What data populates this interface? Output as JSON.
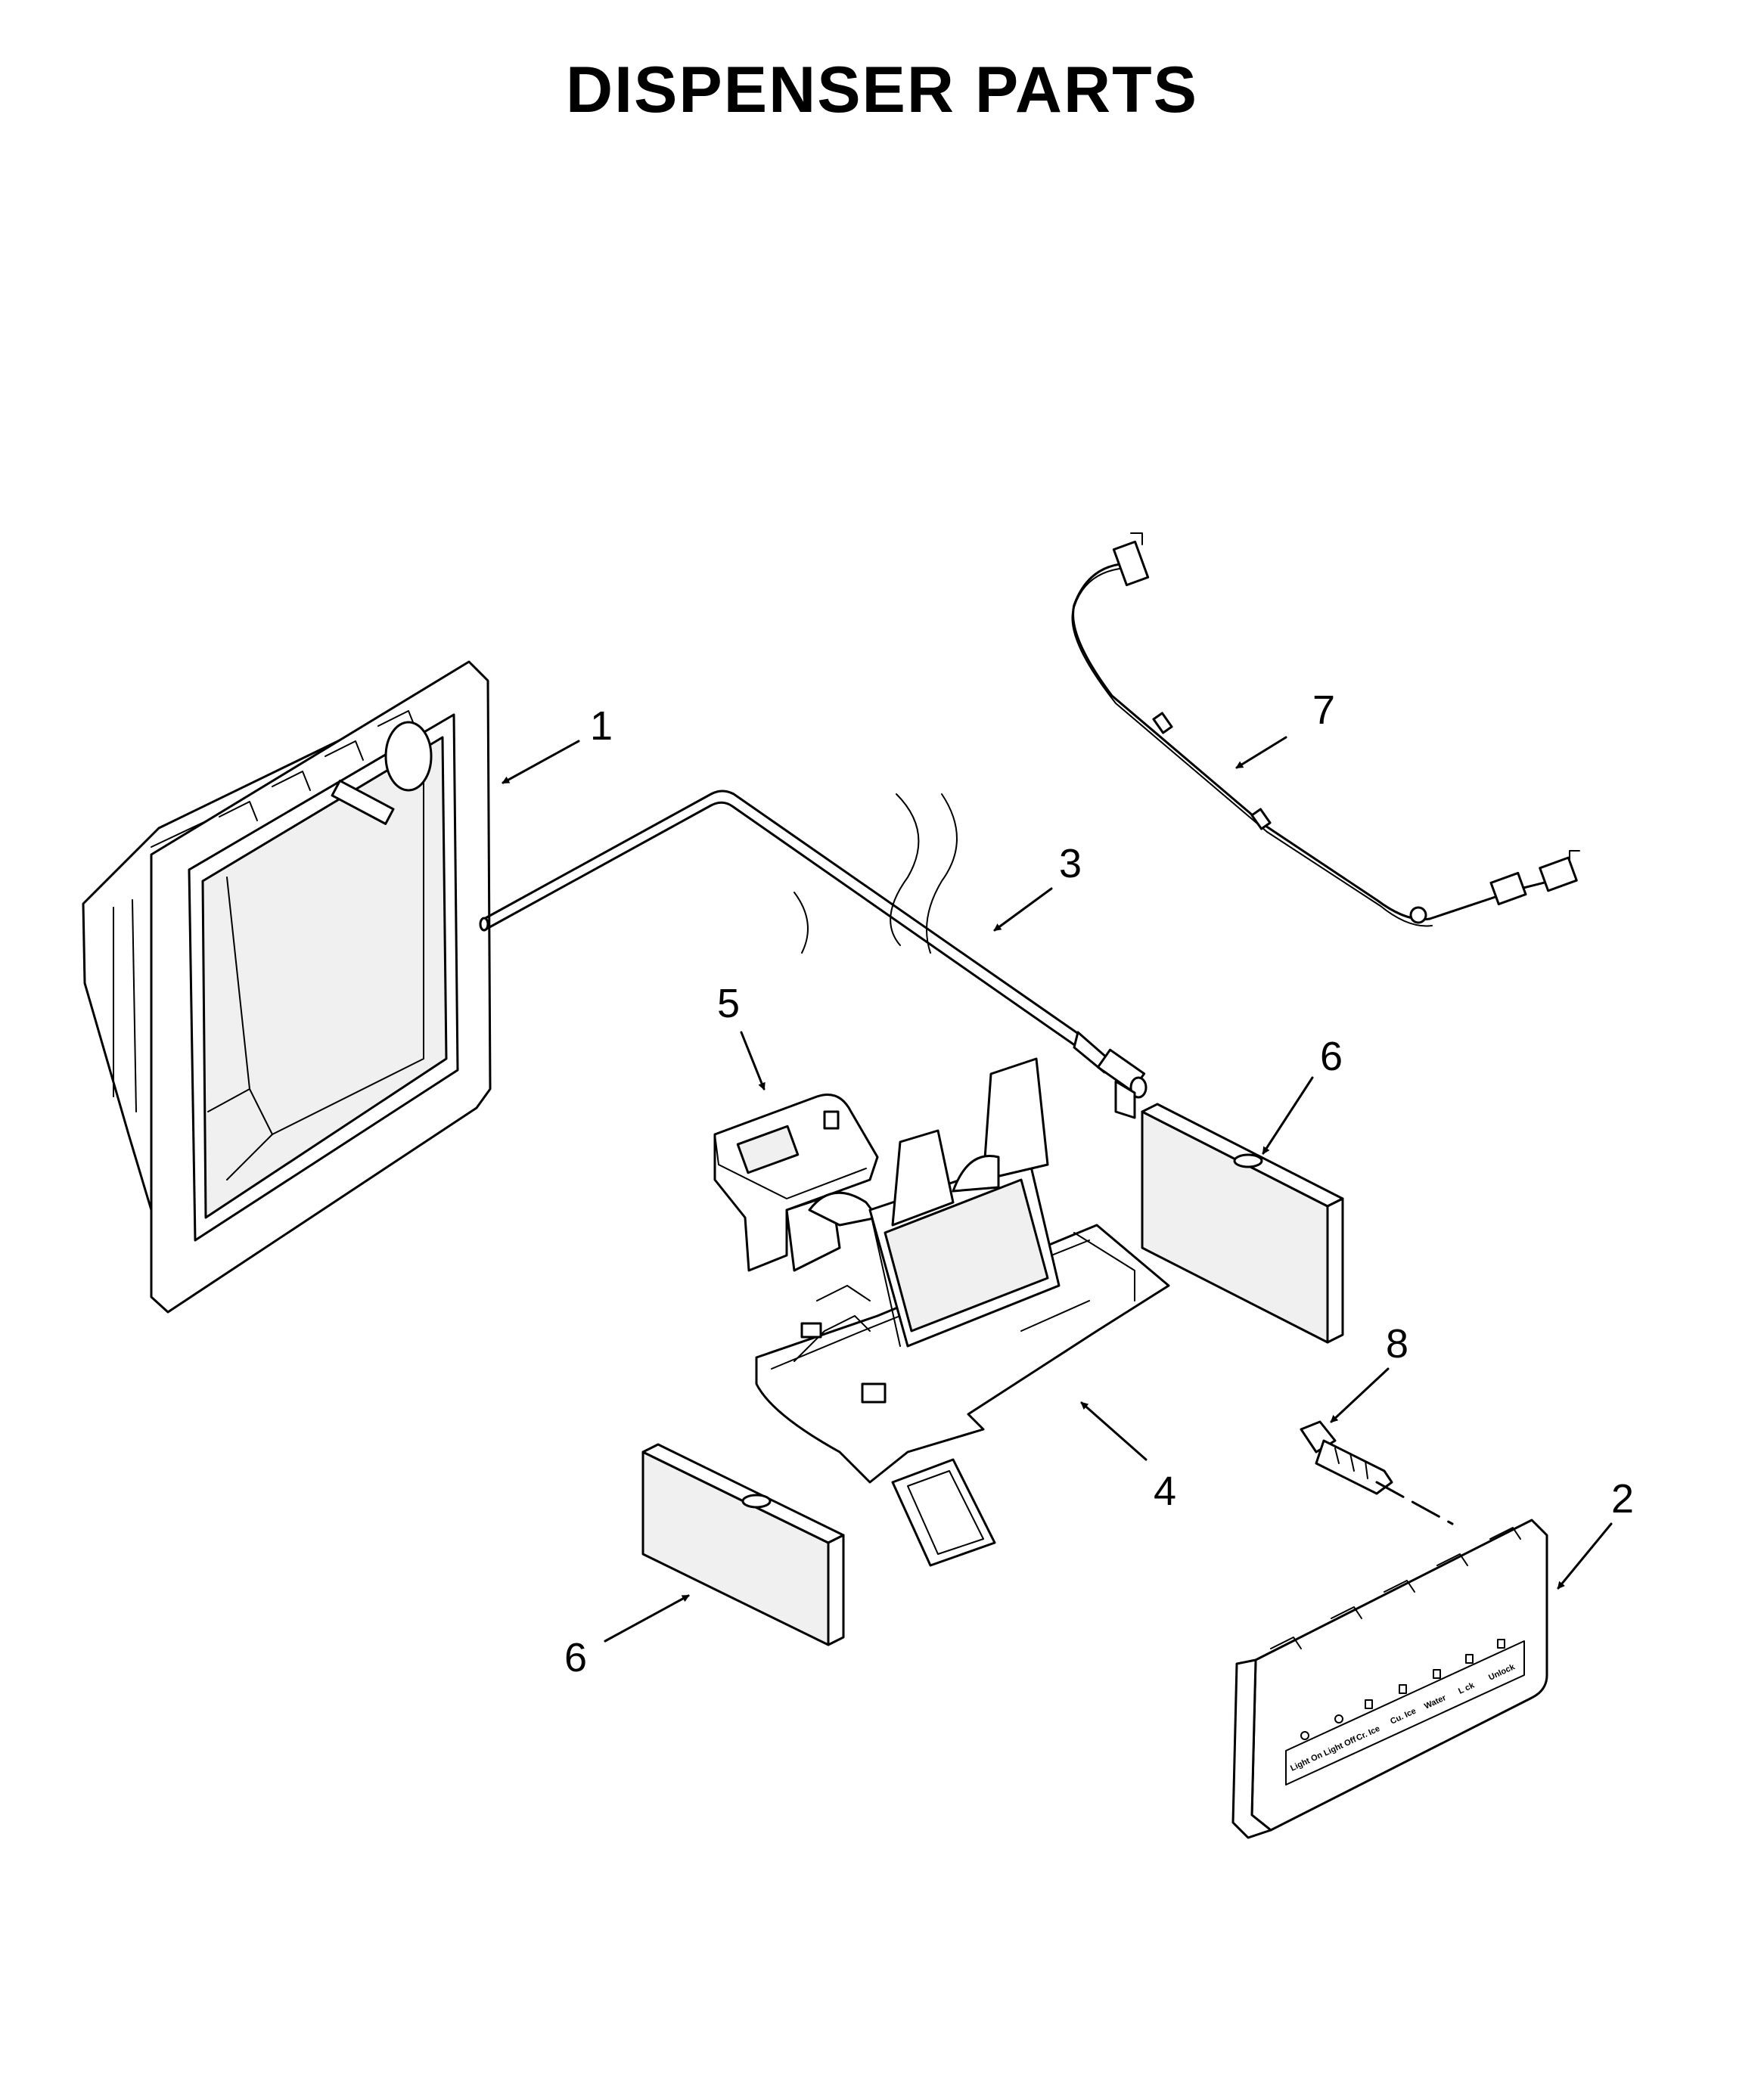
{
  "title": "DISPENSER PARTS",
  "callouts": [
    "1",
    "2",
    "3",
    "4",
    "5",
    "6",
    "6",
    "7",
    "8"
  ],
  "control_panel": {
    "labels": [
      "Light On",
      "Light Off",
      "Cr. Ice",
      "Cu. Ice",
      "Water",
      "L ck",
      "Unlock"
    ]
  },
  "colors": {
    "line": "#000000",
    "background": "#ffffff"
  }
}
